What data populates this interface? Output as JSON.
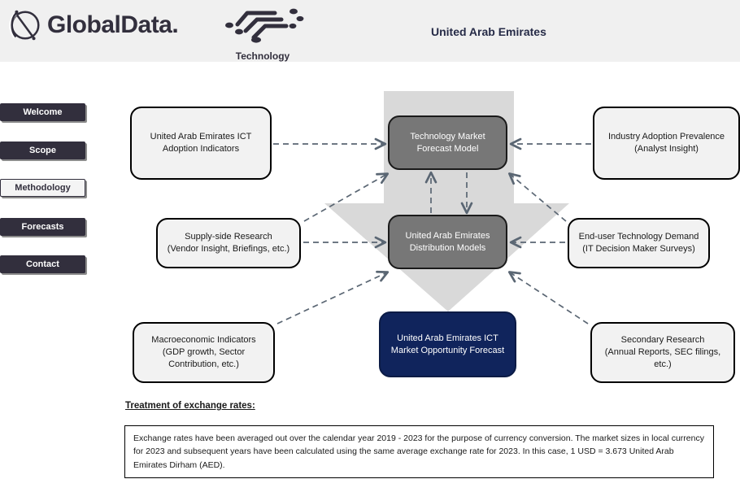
{
  "header": {
    "brand": "GlobalData.",
    "brand_icon": "globaldata-orbit-logo",
    "tech_logo_icon": "technology-circuit-logo",
    "tech_label": "Technology",
    "title": "United Arab Emirates"
  },
  "sidebar": {
    "items": [
      {
        "label": "Welcome",
        "active": false
      },
      {
        "label": "Scope",
        "active": false
      },
      {
        "label": "Methodology",
        "active": true
      },
      {
        "label": "Forecasts",
        "active": false
      },
      {
        "label": "Contact",
        "active": false
      }
    ]
  },
  "diagram": {
    "background_arrow_icon": "large-down-arrow-shape",
    "background_arrow_color": "#d9d9d9",
    "connector_color": "#5a6673",
    "nodes": {
      "ict_adoption": "United Arab Emirates ICT\nAdoption Indicators",
      "tech_market_model": "Technology Market\nForecast Model",
      "industry_adoption": "Industry Adoption Prevalence\n(Analyst Insight)",
      "supply_side": "Supply-side Research\n(Vendor Insight, Briefings, etc.)",
      "distribution_models": "United Arab Emirates\nDistribution Models",
      "end_user_demand": "End-user Technology Demand\n(IT Decision Maker Surveys)",
      "macroeconomic": "Macroeconomic Indicators\n(GDP growth, Sector\nContribution, etc.)",
      "opportunity_forecast": "United Arab Emirates ICT\nMarket Opportunity Forecast",
      "secondary_research": "Secondary Research\n(Annual Reports, SEC filings,\netc.)"
    },
    "node_colors": {
      "default_fill": "#f2f2f2",
      "model_fill": "#777777",
      "output_fill": "#10245c"
    }
  },
  "note": {
    "title": "Treatment of exchange rates:",
    "body": "Exchange rates have been averaged out over the calendar year 2019 - 2023 for the purpose of currency conversion. The market sizes in local currency for 2023 and subsequent years have been calculated using the same average exchange rate for 2023. In this case, 1 USD = 3.673 United Arab Emirates Dirham (AED)."
  }
}
